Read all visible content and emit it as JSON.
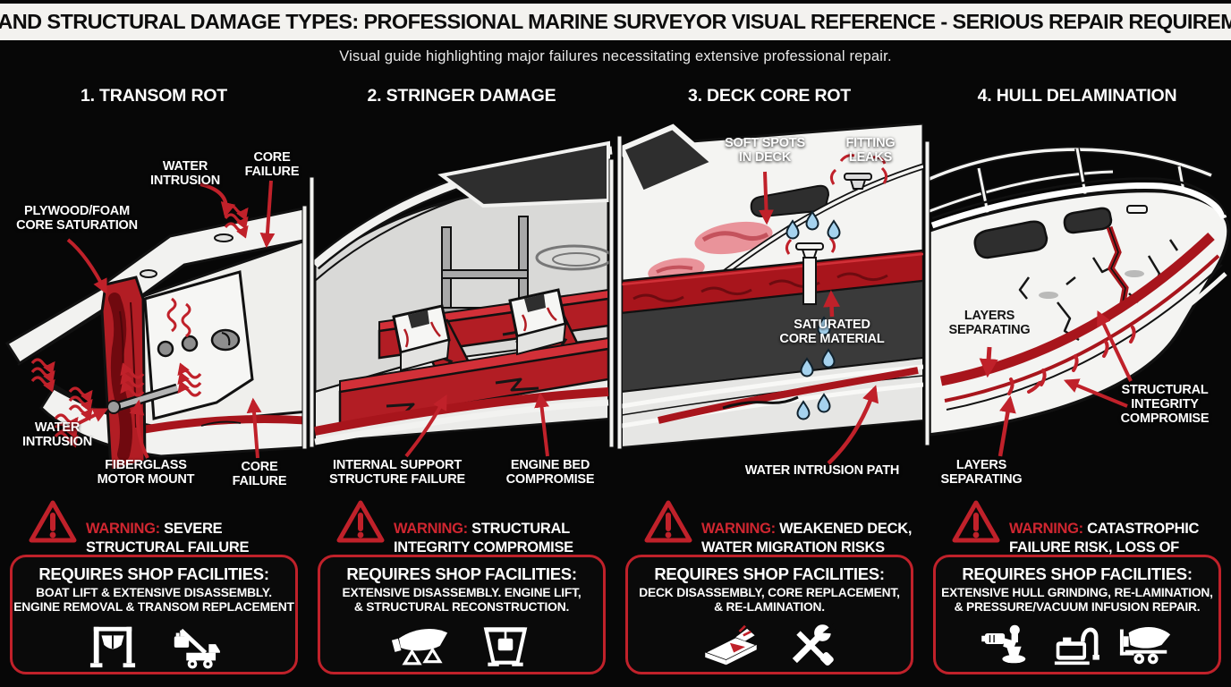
{
  "header": {
    "title": "HULL AND STRUCTURAL DAMAGE TYPES: PROFESSIONAL MARINE SURVEYOR VISUAL REFERENCE - SERIOUS REPAIR REQUIREMENTS",
    "subtitle": "Visual guide highlighting major failures necessitating extensive professional repair."
  },
  "colors": {
    "accent_red": "#c0212a",
    "warning_text_red": "#cf2630",
    "damage_fill_red": "#a8151c",
    "soft_spot_pink": "#e9939a",
    "droplet_blue": "#a5d2ee",
    "titlebar_bg": "#f3f2ef",
    "background": "#070707"
  },
  "panels": [
    {
      "heading": "1. TRANSOM ROT",
      "callouts": [
        "WATER\nINTRUSION",
        "CORE\nFAILURE",
        "PLYWOOD/FOAM\nCORE SATURATION",
        "WATER\nINTRUSION",
        "FIBERGLASS\nMOTOR MOUNT",
        "CORE\nFAILURE"
      ],
      "warning": {
        "prefix": "WARNING:",
        "text": "SEVERE\nSTRUCTURAL FAILURE"
      },
      "shop": {
        "title": "REQUIRES SHOP FACILITIES:",
        "body": "BOAT LIFT & EXTENSIVE DISASSEMBLY.\nENGINE REMOVAL & TRANSOM REPLACEMENT",
        "icons": [
          "boat-lift-icon",
          "engine-crane-icon"
        ]
      }
    },
    {
      "heading": "2. STRINGER DAMAGE",
      "callouts": [
        "INTERNAL SUPPORT\nSTRUCTURE FAILURE",
        "ENGINE BED\nCOMPROMISE"
      ],
      "warning": {
        "prefix": "WARNING:",
        "text": "STRUCTURAL\nINTEGRITY COMPROMISE"
      },
      "shop": {
        "title": "REQUIRES SHOP FACILITIES:",
        "body": "EXTENSIVE DISASSEMBLY. ENGINE LIFT,\n& STRUCTURAL RECONSTRUCTION.",
        "icons": [
          "boat-on-stands-icon",
          "engine-hoist-icon"
        ]
      }
    },
    {
      "heading": "3. DECK CORE ROT",
      "callouts": [
        "SOFT SPOTS\nIN DECK",
        "FITTING\nLEAKS",
        "SATURATED\nCORE MATERIAL",
        "WATER INTRUSION PATH"
      ],
      "warning": {
        "prefix": "WARNING:",
        "text": "WEAKENED DECK,\nWATER MIGRATION RISKS"
      },
      "shop": {
        "title": "REQUIRES SHOP FACILITIES:",
        "body": "DECK DISASSEMBLY, CORE REPLACEMENT,\n& RE-LAMINATION.",
        "icons": [
          "deck-peel-icon",
          "crossed-tools-icon"
        ]
      }
    },
    {
      "heading": "4. HULL DELAMINATION",
      "callouts": [
        "LAYERS\nSEPARATING",
        "STRUCTURAL\nINTEGRITY\nCOMPROMISE",
        "LAYERS\nSEPARATING"
      ],
      "warning": {
        "prefix": "WARNING:",
        "text": "CATASTROPHIC\nFAILURE RISK, LOSS OF BUOYANCY"
      },
      "shop": {
        "title": "REQUIRES SHOP FACILITIES:",
        "body": "EXTENSIVE HULL GRINDING, RE-LAMINATION,\n& PRESSURE/VACUUM INFUSION REPAIR.",
        "icons": [
          "grinder-icon",
          "vacuum-pump-icon",
          "boat-transport-icon"
        ]
      }
    }
  ]
}
